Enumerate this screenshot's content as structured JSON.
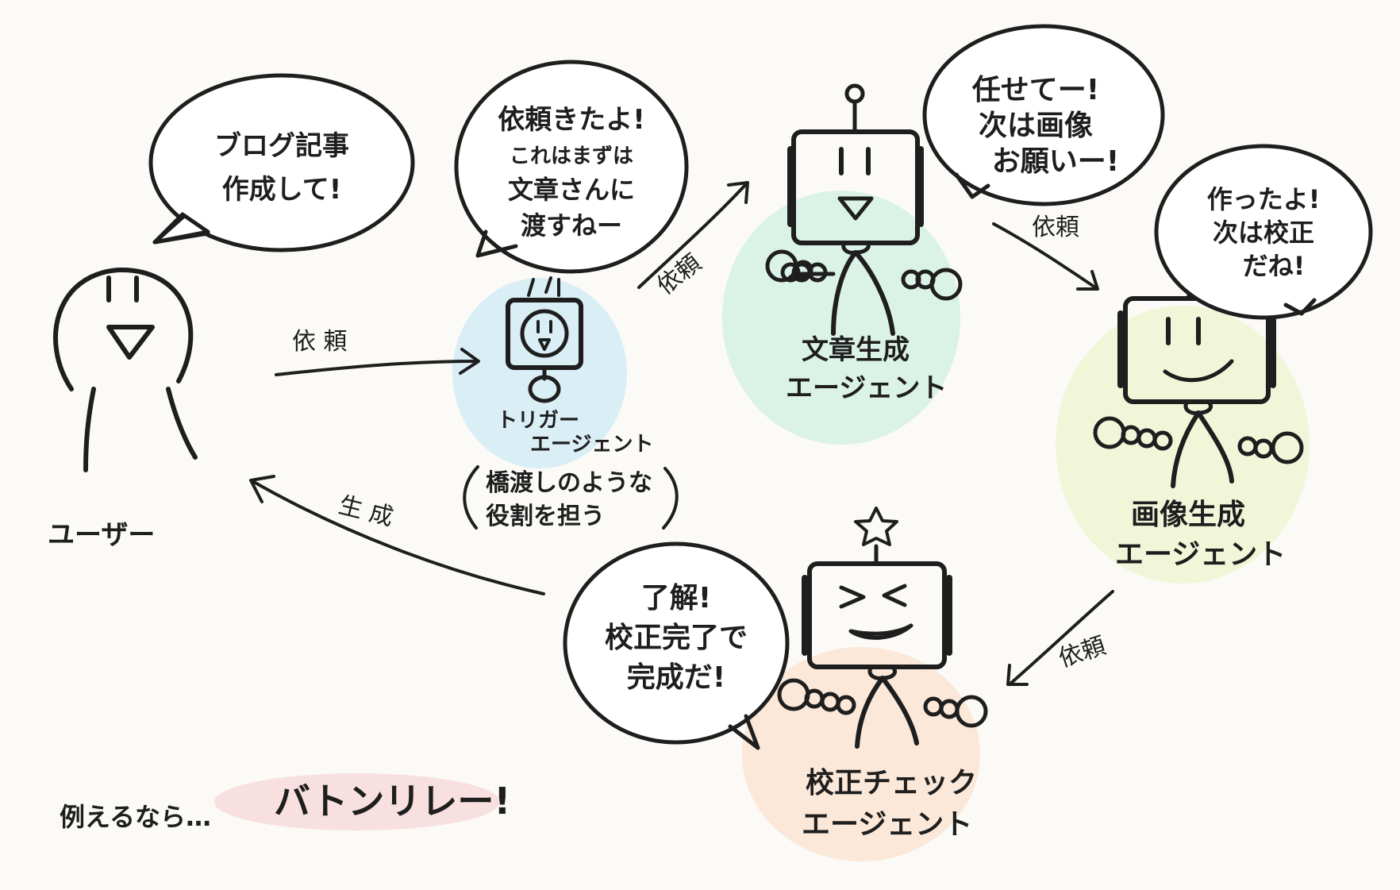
{
  "colors": {
    "ink": "#1e1e1e",
    "trigger_wash": "#cfe9f5",
    "text_agent_wash": "#cdeee0",
    "image_agent_wash": "#eef4cf",
    "proof_agent_wash": "#fbe1cf",
    "footer_wash": "#f7d5d8"
  },
  "user": {
    "label": "ユーザー",
    "bubble": [
      "ブログ記事",
      "作成して!"
    ]
  },
  "trigger_agent": {
    "label": [
      "トリガー",
      "エージェント"
    ],
    "bubble_title": "依頼きたよ!",
    "bubble": [
      "これはまずは",
      "文章さんに",
      "渡すねー"
    ],
    "role_note": [
      "橋渡しのような",
      "役割を担う"
    ]
  },
  "text_agent": {
    "label": [
      "文章生成",
      "エージェント"
    ],
    "bubble": [
      "任せてー!",
      "次は画像",
      "お願いー!"
    ]
  },
  "image_agent": {
    "label": [
      "画像生成",
      "エージェント"
    ],
    "bubble": [
      "作ったよ!",
      "次は校正",
      "だね!"
    ]
  },
  "proof_agent": {
    "label": [
      "校正チェック",
      "エージェント"
    ],
    "bubble": [
      "了解!",
      "校正完了で",
      "完成だ!"
    ]
  },
  "arrows": {
    "user_to_trigger": "依 頼",
    "trigger_to_text": "依頼",
    "text_to_image": "依頼",
    "image_to_proof": "依頼",
    "proof_to_user": "生 成"
  },
  "footer": {
    "prefix": "例えるなら…",
    "highlight": "バトンリレー!"
  }
}
